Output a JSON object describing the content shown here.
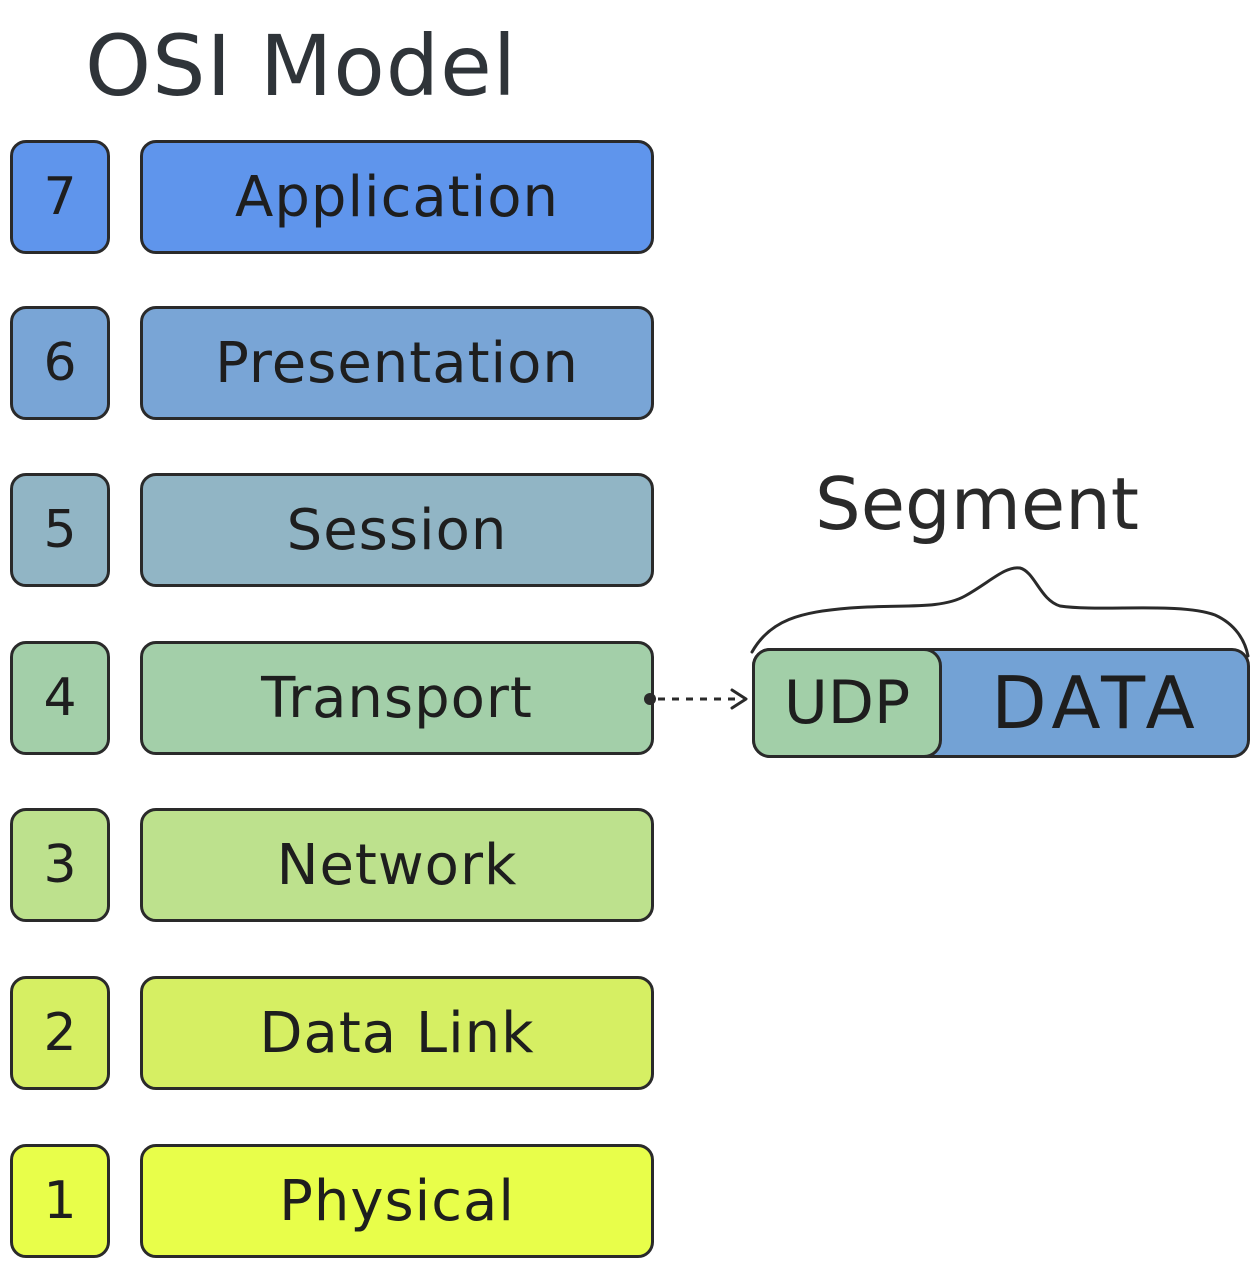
{
  "title": "OSI Model",
  "layers": [
    {
      "number": "7",
      "name": "Application",
      "color": "#5f95ec"
    },
    {
      "number": "6",
      "name": "Presentation",
      "color": "#79a5d6"
    },
    {
      "number": "5",
      "name": "Session",
      "color": "#91b5c5"
    },
    {
      "number": "4",
      "name": "Transport",
      "color": "#a3cfa9"
    },
    {
      "number": "3",
      "name": "Network",
      "color": "#bde18d"
    },
    {
      "number": "2",
      "name": "Data Link",
      "color": "#d6ef63"
    },
    {
      "number": "1",
      "name": "Physical",
      "color": "#e8fe4a"
    }
  ],
  "segment": {
    "label": "Segment",
    "header": "UDP",
    "payload": "DATA",
    "header_color": "#a2cfa8",
    "payload_color": "#73a2d5"
  },
  "stroke_color": "#2a2a2a"
}
